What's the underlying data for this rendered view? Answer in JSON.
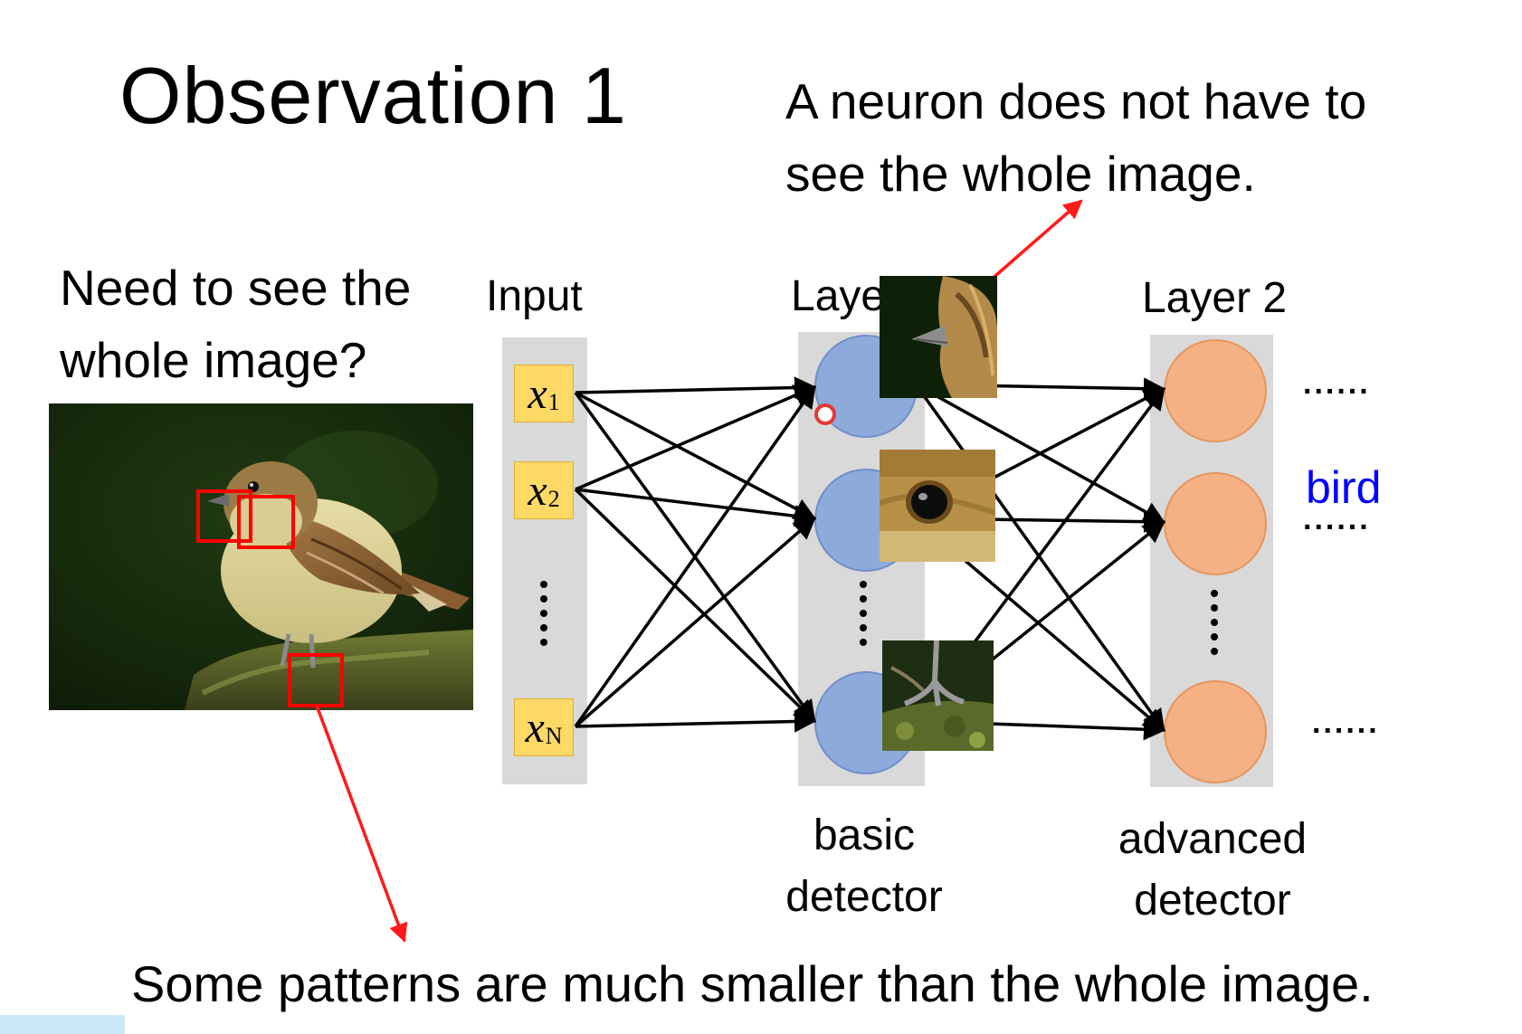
{
  "slide": {
    "title": "Observation 1",
    "note_top_line1": "A neuron does not have to",
    "note_top_line2": "see the whole image.",
    "question_line1": "Need to see the",
    "question_line2": "whole image?",
    "bottom_text": "Some patterns are much smaller than the whole image."
  },
  "network": {
    "input_label": "Input",
    "layer1_label": "Laye",
    "layer2_label": "Layer 2",
    "inputs": [
      {
        "var": "x",
        "sub": "1"
      },
      {
        "var": "x",
        "sub": "2"
      },
      {
        "var": "x",
        "sub": "N"
      }
    ],
    "layer1_caption_line1": "basic",
    "layer1_caption_line2": "detector",
    "layer2_caption_line1": "advanced",
    "layer2_caption_line2": "detector",
    "output_dots": "......",
    "output_label": "bird"
  },
  "colors": {
    "input_box": "#ffd966",
    "layer1_node": "#8eaadb",
    "layer2_node": "#f4b183",
    "column_bg": "#d9d9d9",
    "arrow_red": "#ff1a1a",
    "highlight_box": "#ff0000",
    "bird_text": "#0000ff"
  },
  "patches": [
    "beak-patch",
    "eye-patch",
    "claw-patch"
  ]
}
